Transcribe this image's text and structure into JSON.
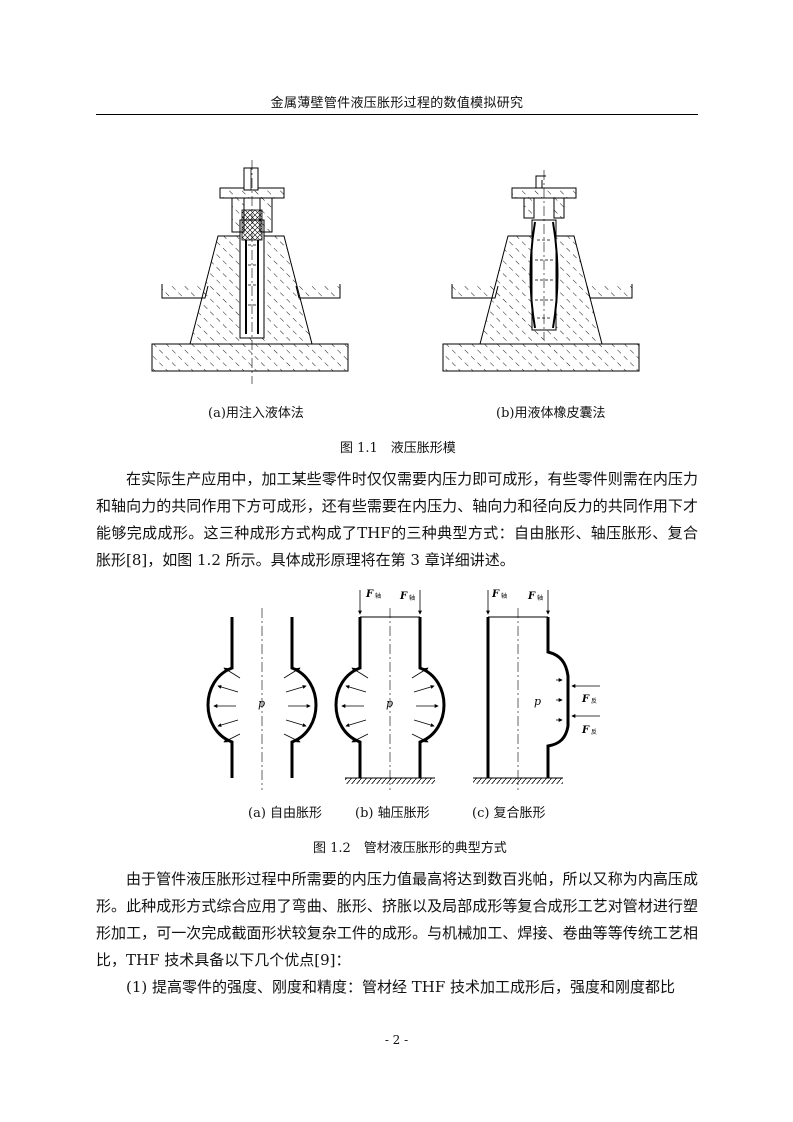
{
  "header": {
    "title": "金属薄壁管件液压胀形过程的数值模拟研究"
  },
  "figure1": {
    "sub_a": "(a)用注入液体法",
    "sub_b": "(b)用液体橡皮囊法",
    "caption": "图 1.1　液压胀形模"
  },
  "para1": "在实际生产应用中，加工某些零件时仅仅需要内压力即可成形，有些零件则需在内压力和轴向力的共同作用下方可成形，还有些需要在内压力、轴向力和径向反力的共同作用下才能够完成成形。这三种成形方式构成了THF的三种典型方式：自由胀形、轴压胀形、复合胀形[8]，如图 1.2 所示。具体成形原理将在第 3 章详细讲述。",
  "figure2": {
    "labels": {
      "p": "p",
      "F": "F",
      "axial_sub": "轴",
      "reaction_sub": "反"
    },
    "sub_a": "(a) 自由胀形",
    "sub_b": "(b) 轴压胀形",
    "sub_c": "(c) 复合胀形",
    "caption": "图 1.2　管材液压胀形的典型方式"
  },
  "para2": "由于管件液压胀形过程中所需要的内压力值最高将达到数百兆帕，所以又称为内高压成形。此种成形方式综合应用了弯曲、胀形、挤胀以及局部成形等复合成形工艺对管材进行塑形加工，可一次完成截面形状较复杂工件的成形。与机械加工、焊接、卷曲等等传统工艺相比，THF 技术具备以下几个优点[9]：",
  "para3": "(1) 提高零件的强度、刚度和精度：管材经 THF 技术加工成形后，强度和刚度都比",
  "page_number": "- 2 -"
}
